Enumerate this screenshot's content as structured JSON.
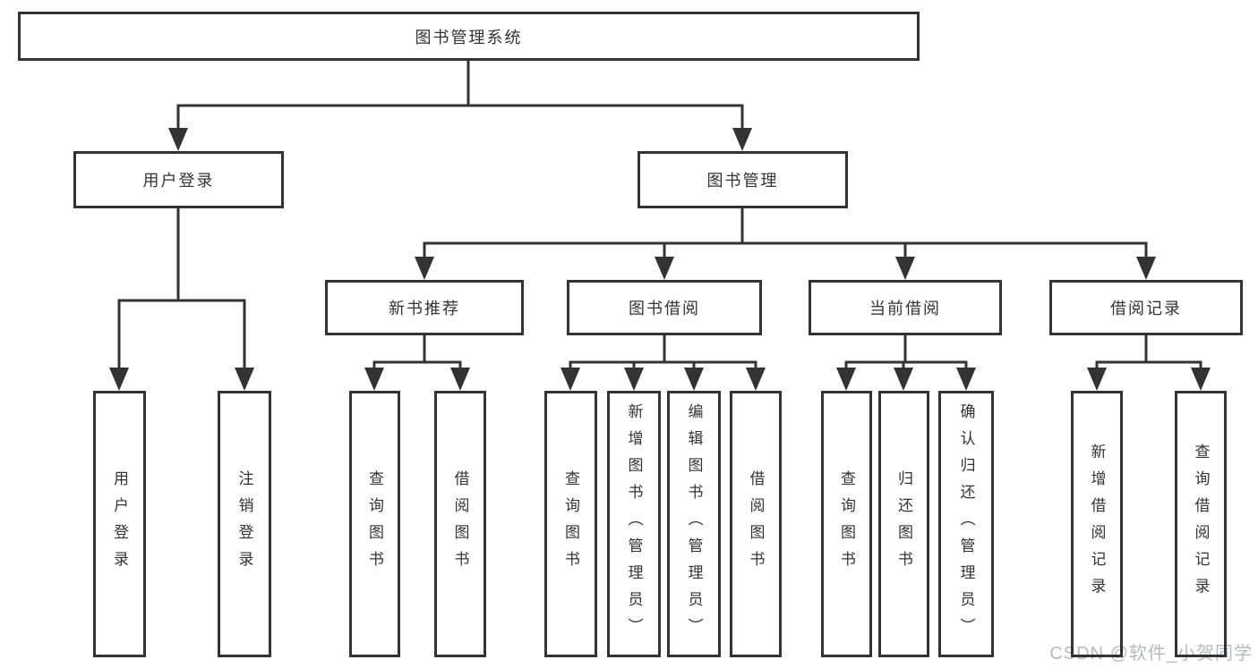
{
  "tree": {
    "root": "图书管理系统",
    "branches": [
      {
        "label": "用户登录",
        "children": [
          "用户登录",
          "注销登录"
        ]
      },
      {
        "label": "图书管理",
        "groups": [
          {
            "label": "新书推荐",
            "children": [
              "查询图书",
              "借阅图书"
            ]
          },
          {
            "label": "图书借阅",
            "children": [
              "查询图书",
              "新增图书（管理员）",
              "编辑图书（管理员）",
              "借阅图书"
            ]
          },
          {
            "label": "当前借阅",
            "children": [
              "查询图书",
              "归还图书",
              "确认归还（管理员）"
            ]
          },
          {
            "label": "借阅记录",
            "children": [
              "新增借阅记录",
              "查询借阅记录"
            ]
          }
        ]
      }
    ]
  },
  "watermark": {
    "text": "CSDN @软件_小贺同学",
    "color": "#b5b9c0"
  },
  "colors": {
    "line": "#333333",
    "text": "#333333",
    "background": "#ffffff"
  }
}
